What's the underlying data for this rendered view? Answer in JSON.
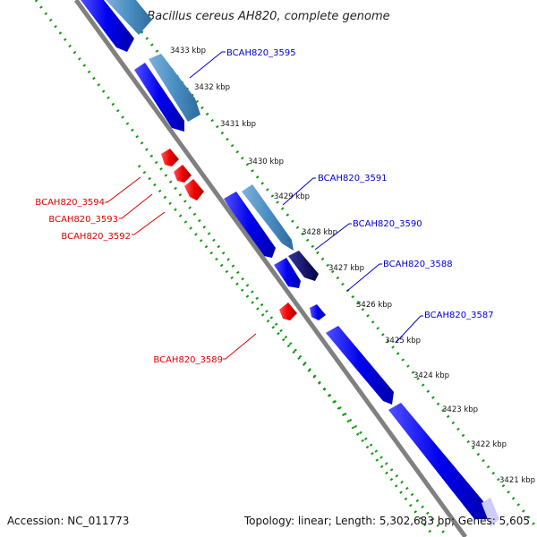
{
  "title": "Bacillus cereus AH820, complete genome",
  "footer": {
    "accession": "Accession: NC_011773",
    "summary": "Topology: linear; Length: 5,302,683 bp; Genes: 5,605"
  },
  "scale_ticks": [
    "3433 kbp",
    "3432 kbp",
    "3431 kbp",
    "3430 kbp",
    "3429 kbp",
    "3428 kbp",
    "3427 kbp",
    "3426 kbp",
    "3425 kbp",
    "3424 kbp",
    "3423 kbp",
    "3422 kbp",
    "3421 kbp"
  ],
  "forward_gene_labels": [
    "BCAH820_3595",
    "BCAH820_3591",
    "BCAH820_3590",
    "BCAH820_3588",
    "BCAH820_3587"
  ],
  "reverse_gene_labels": [
    "BCAH820_3594",
    "BCAH820_3593",
    "BCAH820_3592",
    "BCAH820_3589"
  ],
  "colors": {
    "backbone": "#808080",
    "forward_label": "#0000cc",
    "reverse_label": "#dd0000",
    "forward_gene": "#0000ee",
    "forward_gene_pale": "#4a8fc4",
    "forward_gene_dark": "#000066",
    "reverse_gene": "#ee0000",
    "dotted_track": "#119911"
  }
}
